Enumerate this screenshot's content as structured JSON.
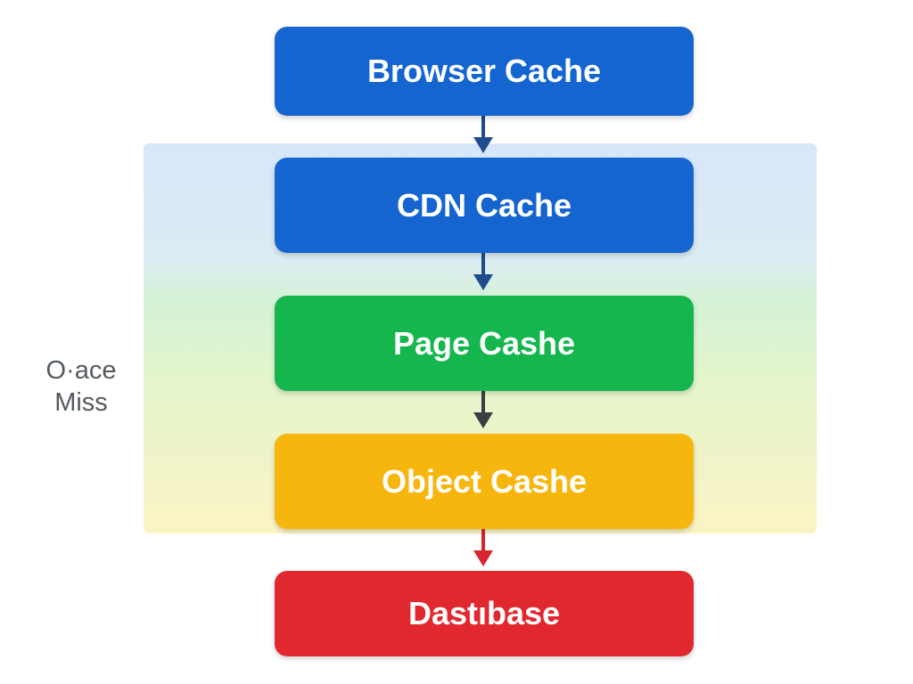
{
  "side_label": {
    "line1": "O·ace",
    "line2": "Miss"
  },
  "nodes": [
    {
      "label": "Browser Cache",
      "color": "#1565d0"
    },
    {
      "label": "CDN Cache",
      "color": "#1565d0"
    },
    {
      "label": "Page Cashe",
      "color": "#15b64e"
    },
    {
      "label": "Object Cashe",
      "color": "#f6b60e"
    },
    {
      "label": "Dastıbase",
      "color": "#e1282e"
    }
  ],
  "arrow_colors": [
    "#1d4c8f",
    "#1d4c8f",
    "#3a3f44",
    "#d9252e"
  ]
}
